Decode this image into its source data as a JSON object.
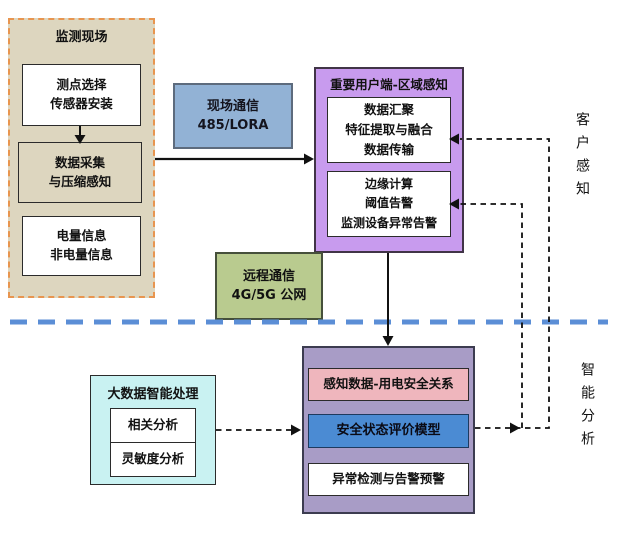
{
  "diagram": {
    "top_section": {
      "monitoring_site": {
        "title": "监测现场",
        "boxes": [
          {
            "label": "测点选择\n传感器安装"
          },
          {
            "label": "数据采集\n与压缩感知"
          },
          {
            "label": "电量信息\n非电量信息"
          }
        ]
      },
      "field_comm": {
        "label": "现场通信\n485/LORA"
      },
      "user_region": {
        "title": "重要用户端-区域感知",
        "boxes": [
          {
            "label": "数据汇聚\n特征提取与融合\n数据传输"
          },
          {
            "label": "边缘计算\n阈值告警\n监测设备异常告警"
          }
        ]
      },
      "remote_comm": {
        "label": "远程通信\n4G/5G 公网"
      },
      "side_label": "客户感知"
    },
    "bottom_section": {
      "bigdata": {
        "title": "大数据智能处理",
        "boxes": [
          {
            "label": "相关分析"
          },
          {
            "label": "灵敏度分析"
          }
        ]
      },
      "safety": {
        "boxes": [
          {
            "label": "感知数据-用电安全关系"
          },
          {
            "label": "安全状态评价模型"
          },
          {
            "label": "异常检测与告警预警"
          }
        ]
      },
      "side_label": "智能分析"
    },
    "colors": {
      "monitoring_fill": "#ddd6bf",
      "monitoring_border": "#e8954f",
      "field_comm_fill": "#92b2d5",
      "user_region_fill": "#c89bee",
      "remote_comm_fill": "#b9cb8f",
      "bigdata_fill": "#c9f2f2",
      "safety_fill": "#a89cc6",
      "relation_fill": "#efb6bd",
      "model_fill": "#4b8bd3",
      "divider_blue": "#5b8ed6"
    }
  }
}
